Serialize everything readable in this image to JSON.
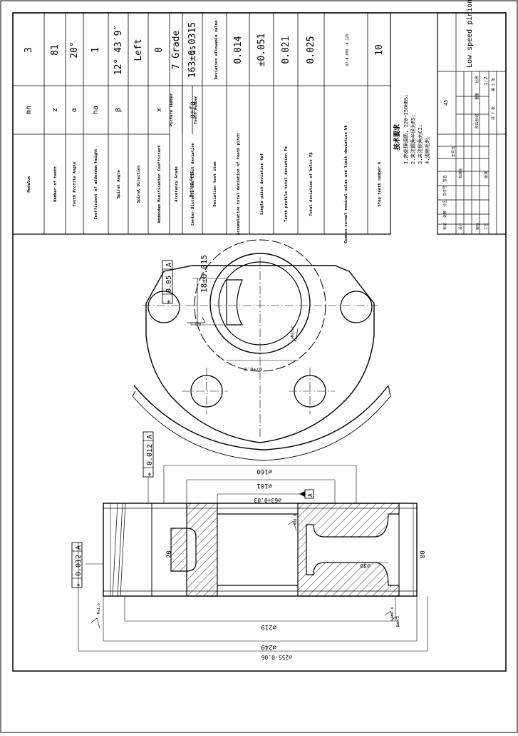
{
  "params": {
    "rows": [
      {
        "label": "Modulus",
        "symbol": "mn",
        "value": "3"
      },
      {
        "label": "Number of teeth",
        "symbol": "z",
        "value": "81"
      },
      {
        "label": "Tooth Profile Angle",
        "symbol": "α",
        "value": "20°"
      },
      {
        "label": "Coefficient of addendum height",
        "symbol": "ha",
        "value": "1"
      },
      {
        "label": "Spiral Angle",
        "symbol": "β",
        "value": "12° 43′9″"
      },
      {
        "label": "Spiral Direction",
        "symbol": "",
        "value": "Left"
      },
      {
        "label": "Addendum Modification Coefficient",
        "symbol": "x",
        "value": "0"
      },
      {
        "label": "Accurancy Grade",
        "symbol": "",
        "value": "7 Grade"
      },
      {
        "label": "Center Distance and limit deviation",
        "symbol": "a±fa",
        "value": "163±0.0315"
      },
      {
        "label": "Mating Gear",
        "symbol": "Picture number",
        "value": ""
      },
      {
        "label": "",
        "symbol": "Teeth Number",
        "value": "25"
      },
      {
        "label": "Deviation test item",
        "symbol": "",
        "value": "Deviation allowable value"
      },
      {
        "label": "Accumulative total deviation of teeth pitch",
        "symbol": "",
        "value": "0.014"
      },
      {
        "label": "Single pitch deviation fpf",
        "symbol": "",
        "value": "±0.051"
      },
      {
        "label": "Tooth profile total deviation Fα",
        "symbol": "",
        "value": "0.021"
      },
      {
        "label": "Total deviation of helix Fβ",
        "symbol": "",
        "value": "0.025"
      },
      {
        "label": "Common normal nominal value and limit deviation Wk",
        "symbol": "",
        "value": "87-0.099 -0.129"
      },
      {
        "label": "Step teeth number K",
        "symbol": "",
        "value": "10"
      }
    ]
  },
  "tech": {
    "title": "技术要求",
    "items": [
      "1.热处理调质, 220~250HBS;",
      "2.未注圆角半径为R5;",
      "3.未注倒角为C2;",
      "4.清除毛刺。"
    ]
  },
  "titleblock": {
    "part_name": "Low speed pinion",
    "material": "45",
    "scale": "1:2",
    "scale_label": "比例",
    "weight_label": "重量",
    "stage_label": "阶段标记",
    "sheets_label": "共 7 张",
    "sheet_label": "第 3 张",
    "row_labels": [
      "标记",
      "处数",
      "分区",
      "文件号",
      "签名",
      "年月日"
    ],
    "design_label": "设计",
    "std_label": "标准化",
    "review_label": "审核",
    "process_label": "工艺",
    "approve_label": "批准"
  },
  "top_view": {
    "tol_flat": "0.05",
    "tol_flat_sym": "⌖",
    "datum": "A",
    "keyway": "18±0.015",
    "key_depth": "67+0.2",
    "ra1": "Ra1.6",
    "ra2": "Ra3.2"
  },
  "section": {
    "tol1": "0.012",
    "tol2": "0.012",
    "tol_sym": "⌖",
    "datum": "A",
    "d160": "⌀160",
    "d101": "⌀101",
    "d63": "⌀63+0.03",
    "d30": "⌀30",
    "d219": "⌀219",
    "d249": "⌀249",
    "d255": "⌀255-0.06",
    "w20": "20",
    "w80": "80",
    "ra_a": "Ra1.6",
    "ra_b": "Ra3.2",
    "ra_c": "Ra1.6",
    "ra_d": "Ra1.6"
  }
}
